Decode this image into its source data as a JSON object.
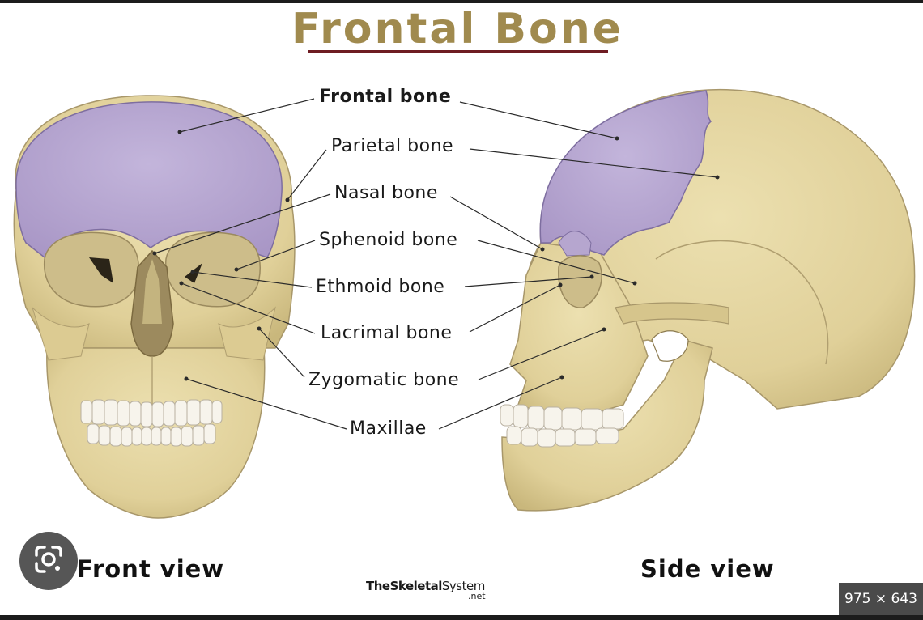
{
  "title": "Frontal Bone",
  "labels": {
    "frontal": "Frontal bone",
    "parietal": "Parietal bone",
    "nasal": "Nasal bone",
    "sphenoid": "Sphenoid bone",
    "ethmoid": "Ethmoid bone",
    "lacrimal": "Lacrimal bone",
    "zygomatic": "Zygomatic bone",
    "maxillae": "Maxillae"
  },
  "views": {
    "front": "Front view",
    "side": "Side view"
  },
  "brand": {
    "main": "The",
    "bold": "Skeletal",
    "light": "System",
    "suffix": ".net"
  },
  "image_size": "975 × 643",
  "icons": {
    "lens": "google-lens-icon"
  },
  "colors": {
    "bone": "#e4d6a2",
    "frontal_highlight": "#b6a6cf",
    "title": "#a08a4e",
    "title_underline": "#6e1c22"
  }
}
